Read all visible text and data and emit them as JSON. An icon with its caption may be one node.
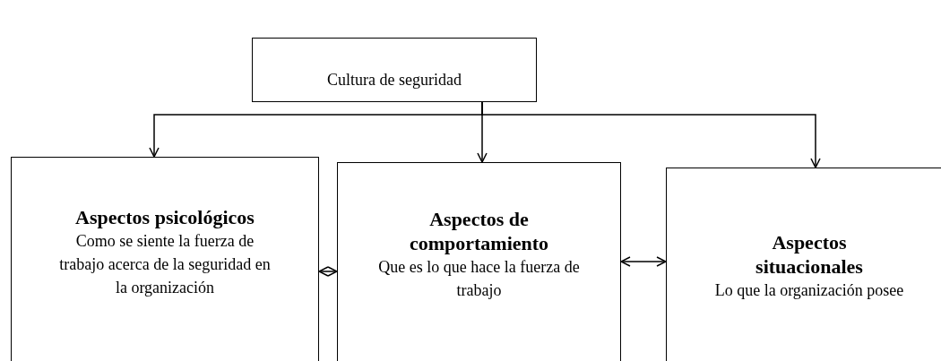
{
  "diagram": {
    "nodes": [
      {
        "text": [
          "Cultura de seguridad"
        ]
      },
      {
        "text": [
          "Aspectos psicológicos",
          "Como se siente la fuerza de trabajo acerca de la seguridad en la organización"
        ]
      },
      {
        "text": [
          "Aspectos de comportamiento",
          "Que es lo que hace la fuerza de trabajo"
        ]
      },
      {
        "text": [
          "Aspectos situacionales",
          "Lo que la organización posee"
        ]
      }
    ],
    "edges": [
      {
        "from": 0,
        "to": 1,
        "arrow": "to"
      },
      {
        "from": 0,
        "to": 2,
        "arrow": "to"
      },
      {
        "from": 0,
        "to": 3,
        "arrow": "to"
      },
      {
        "from": 1,
        "to": 2,
        "arrow": "both"
      },
      {
        "from": 2,
        "to": 3,
        "arrow": "both"
      }
    ]
  }
}
